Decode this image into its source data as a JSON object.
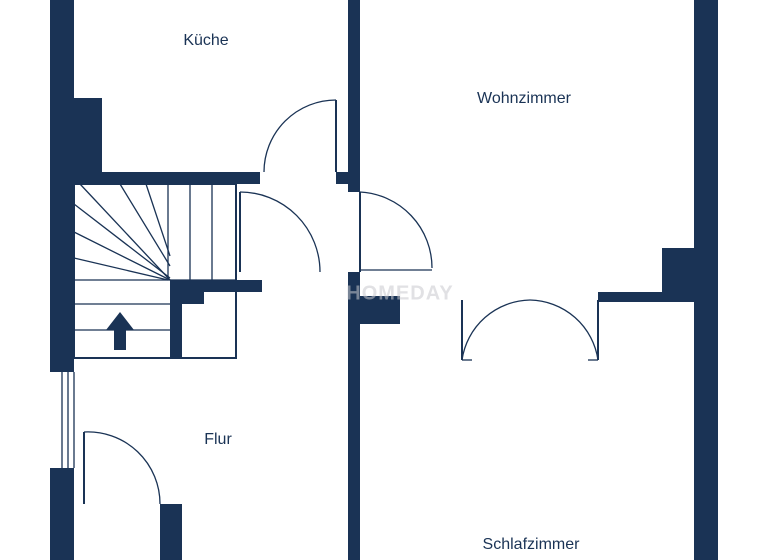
{
  "rooms": {
    "kitchen": "Küche",
    "living": "Wohnzimmer",
    "hall": "Flur",
    "bedroom": "Schlafzimmer"
  },
  "watermark": "HOMEDAY",
  "icons": {
    "stairs": "stairs-up-arrow-icon"
  },
  "colors": {
    "wall": "#1a3355",
    "background": "#ffffff"
  }
}
